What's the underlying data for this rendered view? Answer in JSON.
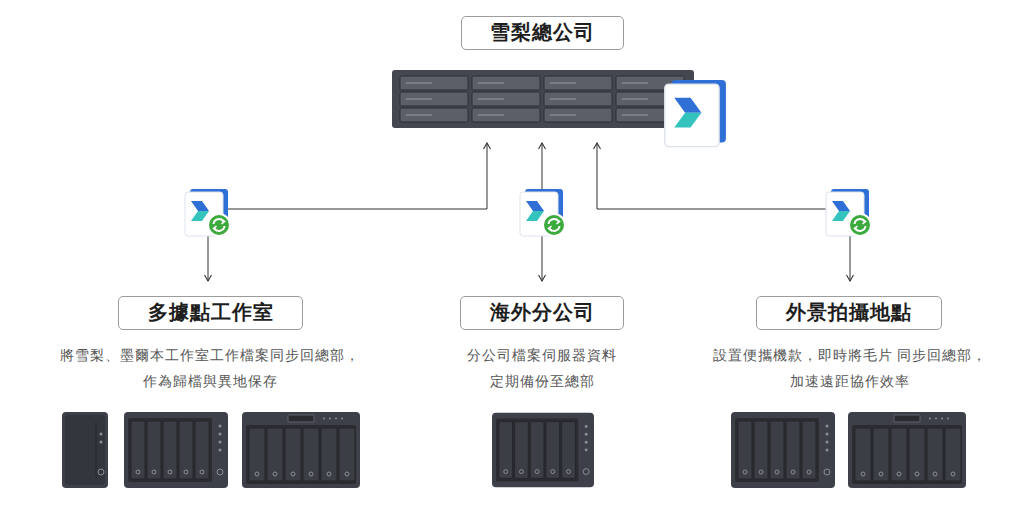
{
  "diagram": {
    "nodes": [
      {
        "text": [
          "雪梨總公司"
        ]
      },
      {
        "text": [
          "多據點工作室",
          "將雪梨、墨爾本工作室工作檔案同步回總部， 作為歸檔與異地保存"
        ]
      },
      {
        "text": [
          "海外分公司",
          "分公司檔案伺服器資料 定期備份至總部"
        ]
      },
      {
        "text": [
          "外景拍攝地點",
          "設置便攜機款，即時將毛片 同步回總部，加速遠距協作效率"
        ]
      }
    ],
    "edges": [
      {
        "from": 0,
        "to": 1,
        "arrow": "both"
      },
      {
        "from": 0,
        "to": 2,
        "arrow": "both"
      },
      {
        "from": 0,
        "to": 3,
        "arrow": "both"
      }
    ]
  }
}
